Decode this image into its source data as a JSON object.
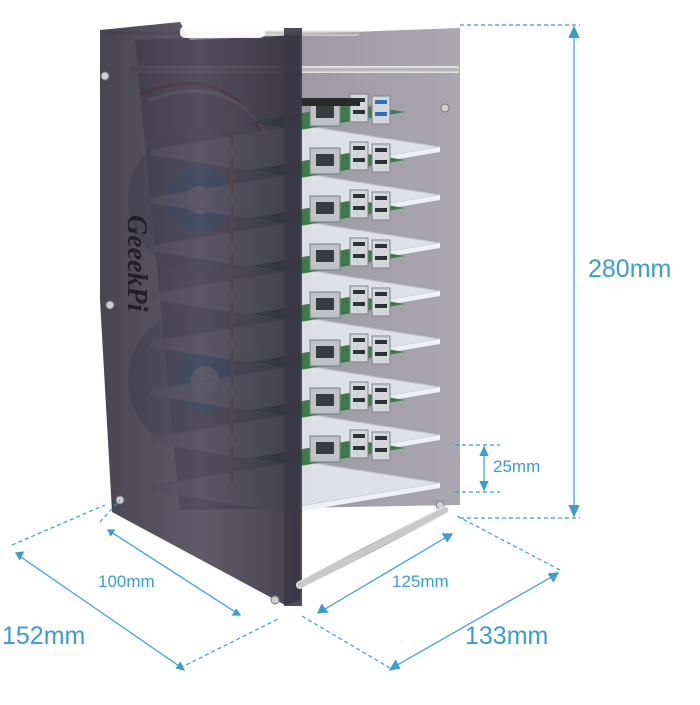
{
  "dimensions": {
    "height": "280mm",
    "board_spacing": "25mm",
    "inner_width": "100mm",
    "inner_depth": "125mm",
    "outer_width": "152mm",
    "outer_depth": "133mm"
  },
  "case": {
    "side_panel_logo": "GeeekPi",
    "layers": 8
  },
  "colors": {
    "dimension_line": "#3a9ccf",
    "acrylic_dark": "#3a3548",
    "acrylic_clear": "#e8ecef",
    "pcb_green": "#3d7a4a"
  }
}
